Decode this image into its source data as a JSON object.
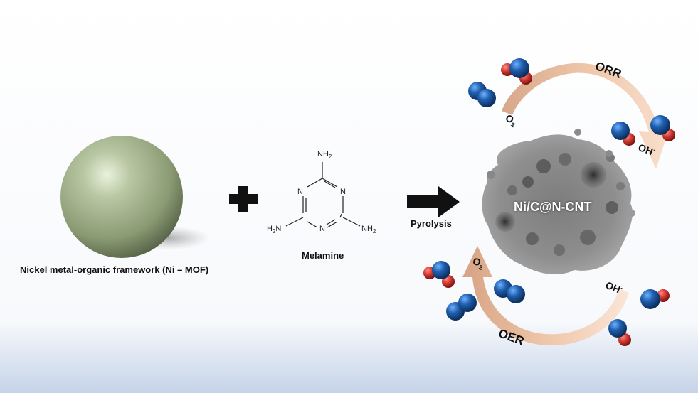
{
  "labels": {
    "ni_mof": "Nickel metal-organic framework (Ni – MOF)",
    "melamine": "Melamine",
    "pyrolysis": "Pyrolysis",
    "product": "Ni/C@N-CNT",
    "orr": "ORR",
    "oer": "OER",
    "o2_top": "O",
    "o2_top_sub": "2",
    "oh_top": "OH",
    "oh_top_sup": "-",
    "o2_bottom": "O",
    "o2_bottom_sub": "2",
    "oh_bottom": "OH",
    "oh_bottom_sup": "-"
  },
  "melamine_structure": {
    "nh2_top": "NH",
    "nh2_left": "H",
    "nh2_right": "NH",
    "sub_2": "2",
    "nitrogen": "N"
  },
  "colors": {
    "sphere": "#9cad86",
    "arrow_cycle": "#e7b898",
    "oxygen_blue": "#1f5fae",
    "oxygen_red": "#d23a32",
    "bg_bottom": "#c7d5ea"
  }
}
